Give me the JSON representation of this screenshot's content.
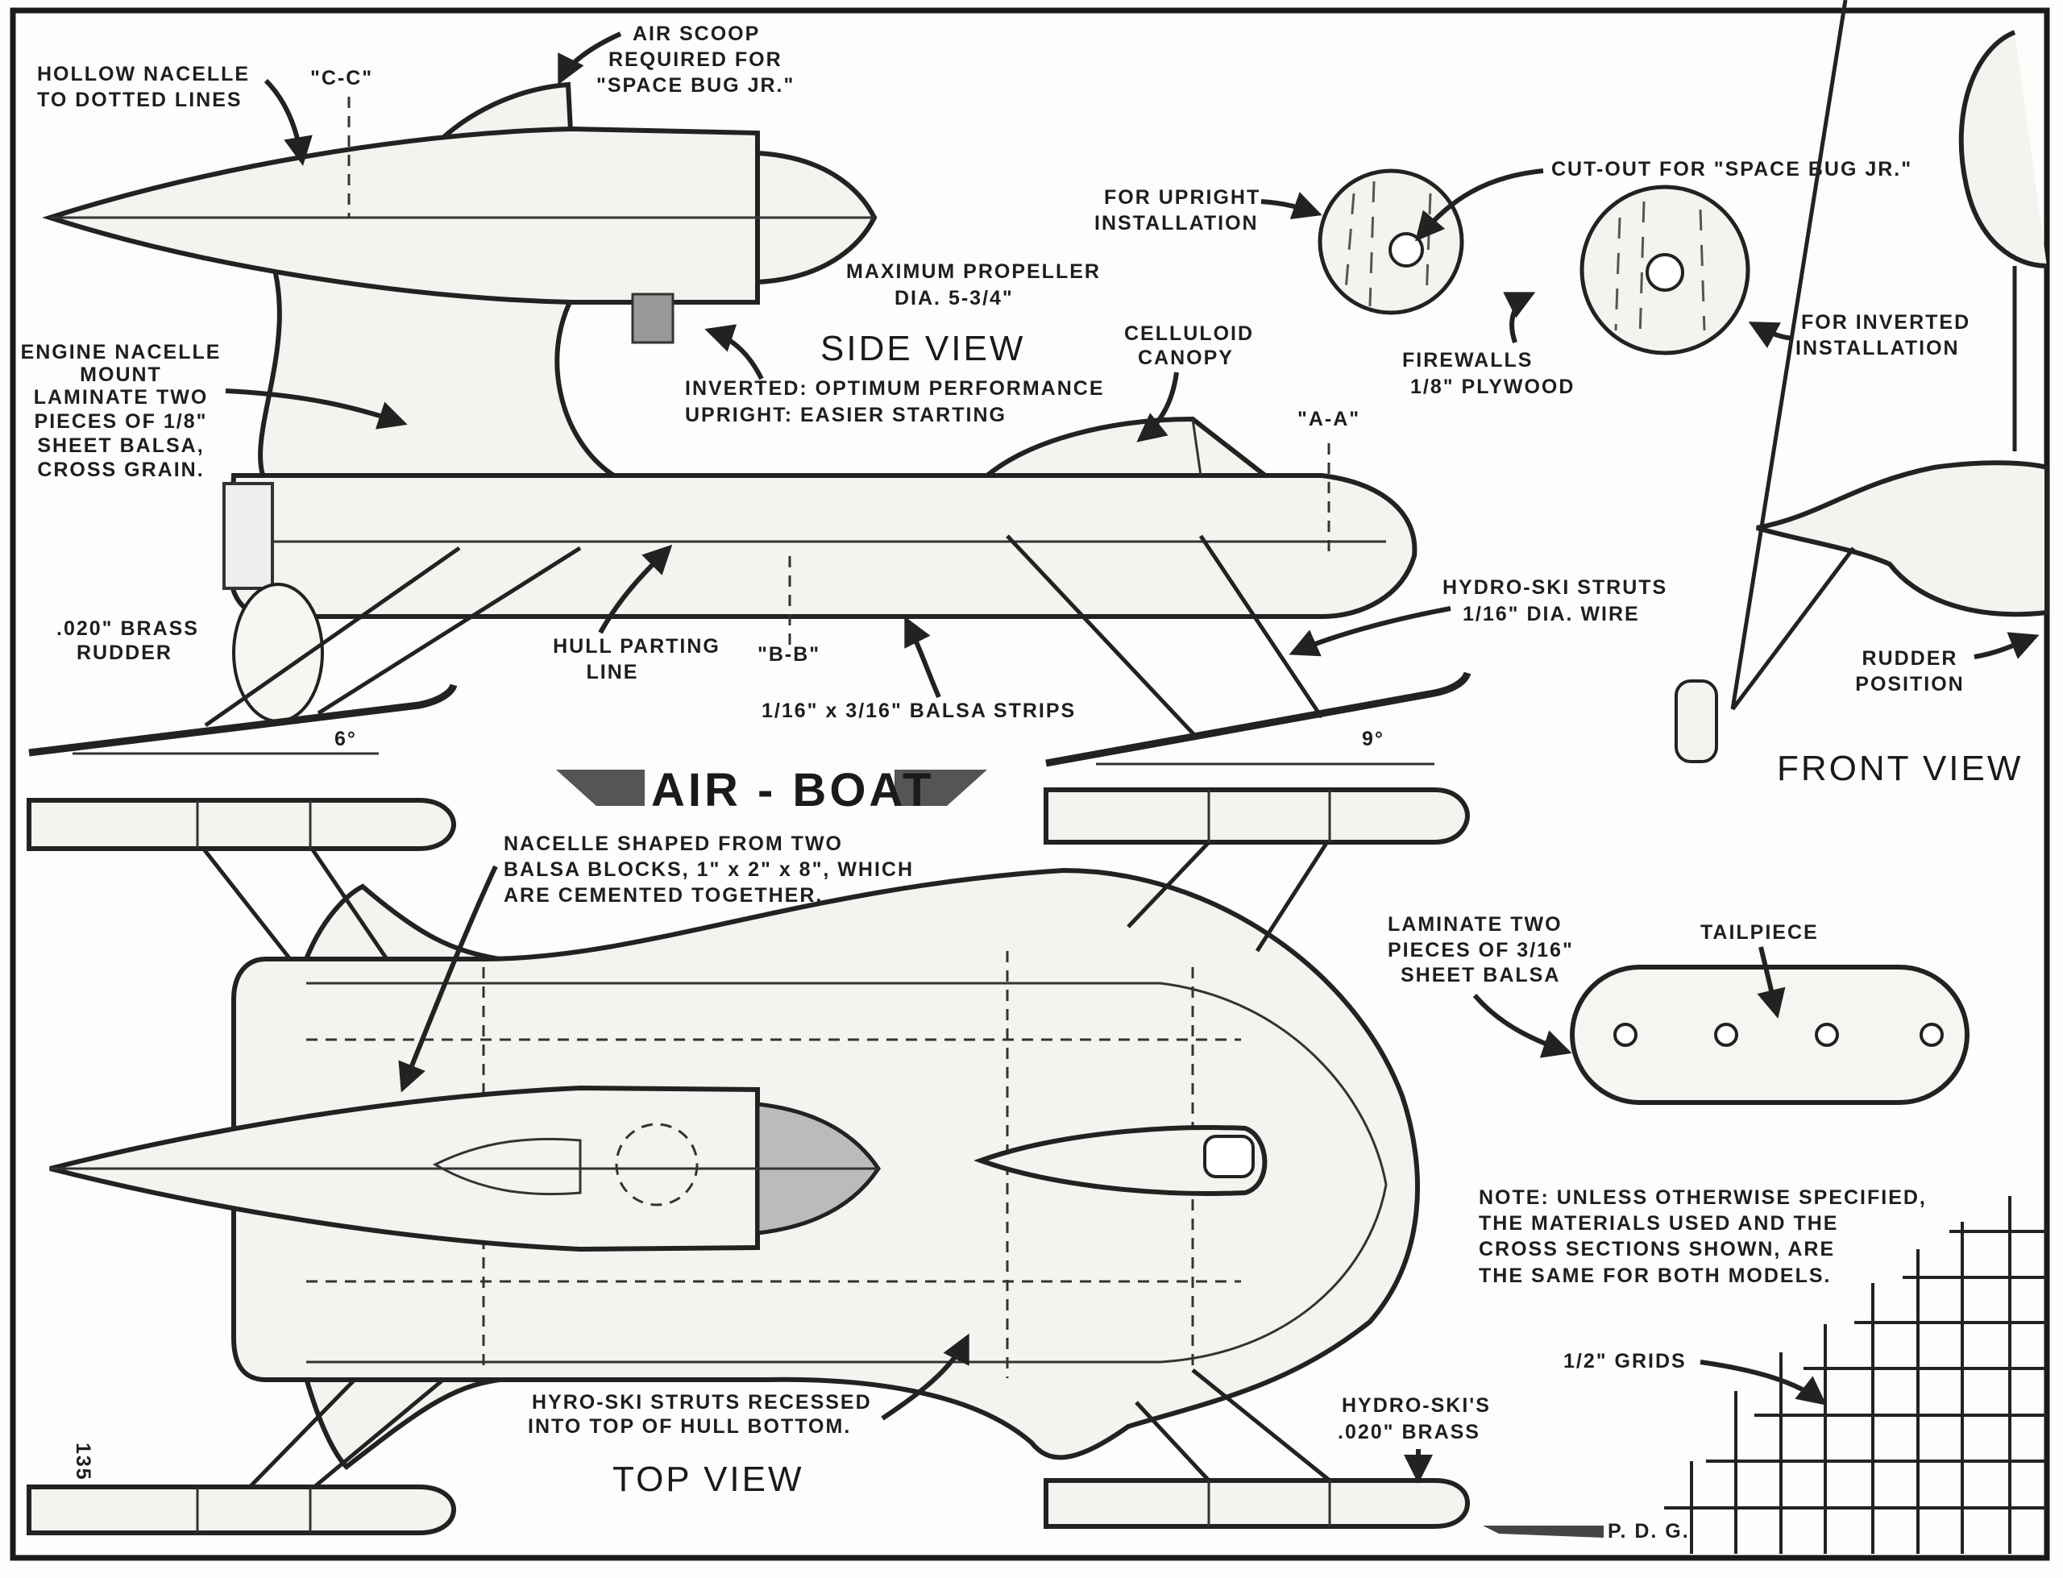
{
  "labels": {
    "hollow_nacelle": [
      "HOLLOW NACELLE",
      "TO DOTTED LINES"
    ],
    "section_cc": "\"C-C\"",
    "air_scoop": [
      "AIR SCOOP",
      "REQUIRED FOR",
      "\"SPACE BUG JR.\""
    ],
    "max_propeller": [
      "MAXIMUM PROPELLER",
      "DIA. 5-3/4\""
    ],
    "side_view": "SIDE VIEW",
    "engine_options": [
      "INVERTED: OPTIMUM PERFORMANCE",
      "UPRIGHT: EASIER STARTING"
    ],
    "engine_mount": [
      "ENGINE NACELLE",
      "MOUNT",
      "LAMINATE TWO",
      "PIECES OF 1/8\"",
      "SHEET BALSA,",
      "CROSS GRAIN."
    ],
    "celluloid_canopy": [
      "CELLULOID",
      "CANOPY"
    ],
    "section_aa": "\"A-A\"",
    "section_bb": "\"B-B\"",
    "brass_rudder": [
      ".020\" BRASS",
      "RUDDER"
    ],
    "hull_parting": [
      "HULL PARTING",
      "LINE"
    ],
    "balsa_strips": "1/16\" x 3/16\" BALSA STRIPS",
    "hydro_struts": [
      "HYDRO-SKI STRUTS",
      "1/16\" DIA. WIRE"
    ],
    "angle_front": "6°",
    "angle_rear": "9°",
    "for_upright": [
      "FOR UPRIGHT",
      "INSTALLATION"
    ],
    "cutout": "CUT-OUT FOR \"SPACE BUG JR.\"",
    "firewalls": [
      "FIREWALLS",
      "1/8\" PLYWOOD"
    ],
    "for_inverted": [
      "FOR INVERTED",
      "INSTALLATION"
    ],
    "rudder_position": [
      "RUDDER",
      "POSITION"
    ],
    "front_view": "FRONT VIEW",
    "title": "AIR - BOAT",
    "nacelle_shaped": [
      "NACELLE SHAPED FROM TWO",
      "BALSA BLOCKS, 1\" x 2\" x 8\", WHICH",
      "ARE CEMENTED TOGETHER."
    ],
    "laminate_tail": [
      "LAMINATE TWO",
      "PIECES OF 3/16\"",
      "SHEET BALSA"
    ],
    "tailpiece": "TAILPIECE",
    "note": [
      "NOTE: UNLESS OTHERWISE SPECIFIED,",
      "THE MATERIALS USED AND THE",
      "CROSS SECTIONS SHOWN, ARE",
      "THE SAME FOR BOTH MODELS."
    ],
    "grids": "1/2\" GRIDS",
    "strut_recess": [
      "HYRO-SKI STRUTS RECESSED",
      "INTO TOP OF HULL BOTTOM."
    ],
    "top_view": "TOP VIEW",
    "hydro_skis": [
      "HYDRO-SKI'S",
      ".020\" BRASS"
    ],
    "page_number": "135",
    "signature": "P. D. G."
  }
}
